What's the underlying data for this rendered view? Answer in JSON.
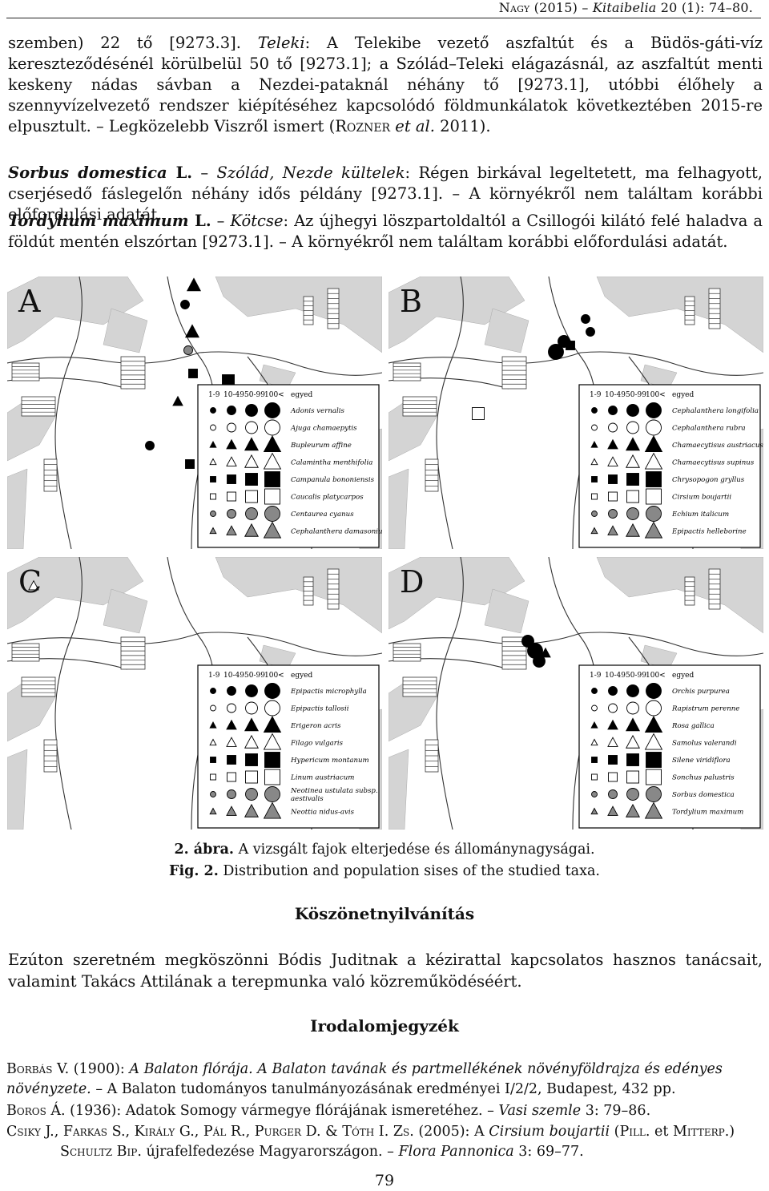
{
  "running_head": {
    "author": "Nagy",
    "year": "(2015) –",
    "journal": "Kitaibelia",
    "volume": "20 (1): 74–80."
  },
  "paragraphs": {
    "p1_a": "szemben) 22 tő [9273.3].",
    "p1_teleki": "Teleki",
    "p1_b": ": A Telekibe vezető aszfaltút és a Büdös-gáti-víz kereszteződésénél körülbelül 50 tő [9273.1]; a Szólád–Teleki elágazásnál, az aszfaltút menti keskeny nádas sávban a Nezdei-pataknál néhány tő [9273.1], utóbbi élőhely a szennyvízelvezető rendszer kiépítéséhez kapcsolódó földmunkálatok következtében 2015-re elpusztult. – Legközelebb Viszről ismert (",
    "p1_rozner": "Rozner",
    "p1_etal": " et al.",
    "p1_c": " 2011).",
    "sorbus_name": "Sorbus domestica",
    "sorbus_auth": " L.",
    "sorbus_loc": "Szólád, Nezde kültelek",
    "sorbus_text": ": Régen birkával legeltetett, ma felhagyott, cserjésedő fáslegelőn néhány idős példány [9273.1]. – A környékről nem találtam korábbi előfordulási adatát.",
    "tordylium_name": "Tordylium maximum",
    "tordylium_auth": " L.",
    "tordylium_loc": "Kötcse",
    "tordylium_text": ": Az újhegyi löszpartoldaltól a Csillogói kilátó felé haladva a földút mentén elszórtan [9273.1]. – A környékről nem találtam korábbi előfordulási adatát."
  },
  "figure": {
    "legend_header": [
      "1-9",
      "10-49",
      "50-99",
      "100<",
      "egyed"
    ],
    "panels": [
      {
        "letter": "A",
        "species": [
          "Adonis vernalis",
          "Ajuga chamaepytis",
          "Bupleurum affine",
          "Calamintha menthifolia",
          "Campanula bononiensis",
          "Caucalis platycarpos",
          "Centaurea cyanus",
          "Cephalanthera damasonium"
        ]
      },
      {
        "letter": "B",
        "species": [
          "Cephalanthera longifolia",
          "Cephalanthera rubra",
          "Chamaecytisus austriacus",
          "Chamaecytisus supinus",
          "Chrysopogon gryllus",
          "Cirsium boujartii",
          "Echium italicum",
          "Epipactis helleborine"
        ]
      },
      {
        "letter": "C",
        "species": [
          "Epipactis microphylla",
          "Epipactis tallosii",
          "Erigeron acris",
          "Filago vulgaris",
          "Hypericum montanum",
          "Linum austriacum",
          "Neotinea ustulata subsp. aestivalis",
          "Neottia nidus-avis"
        ]
      },
      {
        "letter": "D",
        "species": [
          "Orchis purpurea",
          "Rapistrum perenne",
          "Rosa gallica",
          "Samolus valerandi",
          "Silene viridiflora",
          "Sonchus palustris",
          "Sorbus domestica",
          "Tordylium maximum"
        ]
      }
    ],
    "caption_hu_label": "2. ábra.",
    "caption_hu": " A vizsgált fajok elterjedése és állománynagyságai.",
    "caption_en_label": "Fig. 2.",
    "caption_en": " Distribution and population sises of the studied taxa."
  },
  "acknowledgements": {
    "heading": "Köszönetnyilvánítás",
    "text": "Ezúton szeretném megköszönni Bódis Juditnak a kézirattal kapcsolatos hasznos tanácsait, valamint Takács Attilának a terepmunka való közreműködéséért."
  },
  "references": {
    "heading": "Irodalomjegyzék",
    "r1_author": "Borbás V.",
    "r1_year": " (1900): ",
    "r1_title": "A Balaton flórája. A Balaton tavának és partmellékének növényföldrajza és edényes növényzete.",
    "r1_rest": " – A Balaton tudományos tanulmányozásának eredményei I/2/2, Budapest, 432 pp.",
    "r2_author": "Boros Á.",
    "r2_text": " (1936): Adatok Somogy vármegye flórájának ismeretéhez. – ",
    "r2_journal": "Vasi szemle",
    "r2_pages": " 3: 79–86.",
    "r3_authors": "Csiky J., Farkas S., Király G., Pál R., Purger D. & Tóth I. Zs.",
    "r3_text": " (2005): A ",
    "r3_species": "Cirsium boujartii",
    "r3_open": " (",
    "r3_pill": "Pill.",
    "r3_et": " et ",
    "r3_mitterp": "Mitterp.",
    "r3_close": ")",
    "r3_schultz": "Schultz Bip.",
    "r3_text2": " újrafelfedezése Magyarországon. – ",
    "r3_journal": "Flora Pannonica",
    "r3_pages": " 3: 69–77."
  },
  "page_number": "79"
}
